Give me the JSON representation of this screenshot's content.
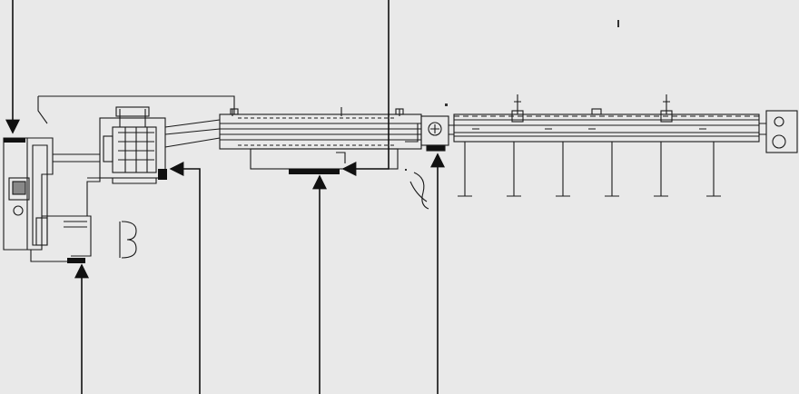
{
  "figure": {
    "kind": "machine-layout-drawing",
    "background_color": "#e9e9e9",
    "line_color": "#1a1a1a",
    "marker_color": "#111111",
    "callout_arrows": [
      {
        "name": "arrow-loader-from-top",
        "direction": "down"
      },
      {
        "name": "arrow-extruder-from-bottom",
        "direction": "up"
      },
      {
        "name": "arrow-feeder-from-bottom",
        "direction": "up"
      },
      {
        "name": "arrow-barrel-from-bottom",
        "direction": "up"
      },
      {
        "name": "arrow-barrel-from-top",
        "direction": "down"
      },
      {
        "name": "arrow-coupling-from-bottom",
        "direction": "up"
      }
    ],
    "conveyor_legs": 6
  }
}
